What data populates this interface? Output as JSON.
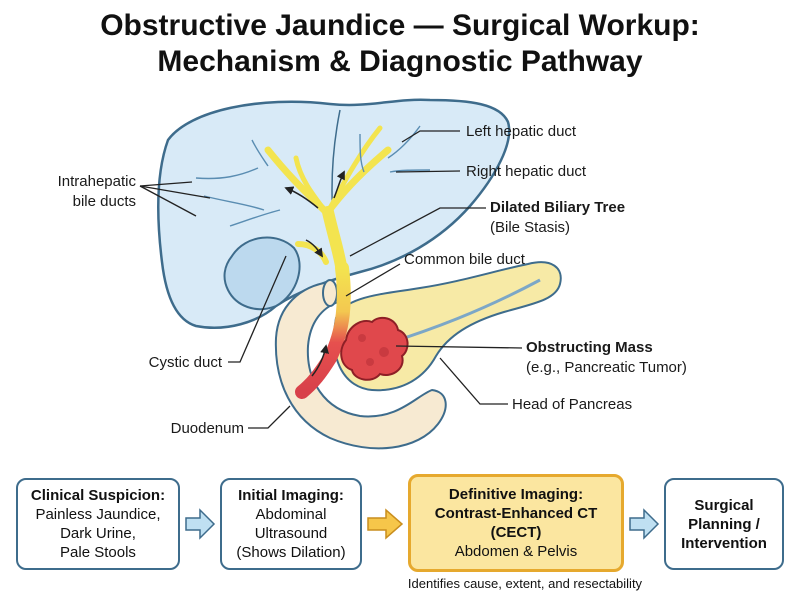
{
  "title": {
    "line1": "Obstructive Jaundice — Surgical Workup:",
    "line2": "Mechanism & Diagnostic Pathway"
  },
  "labels": {
    "left_hepatic_duct": "Left hepatic duct",
    "right_hepatic_duct": "Right hepatic duct",
    "intrahepatic_line1": "Intrahepatic",
    "intrahepatic_line2": "bile ducts",
    "dilated_title": "Dilated Biliary Tree",
    "dilated_sub": "(Bile Stasis)",
    "common_bile_duct": "Common bile duct",
    "obstructing_title": "Obstructing Mass",
    "obstructing_sub": "(e.g., Pancreatic Tumor)",
    "cystic_duct": "Cystic duct",
    "head_of_pancreas": "Head of Pancreas",
    "duodenum": "Duodenum"
  },
  "pathway": [
    {
      "heading": "Clinical Suspicion:",
      "lines": [
        "Painless Jaundice,",
        "Dark Urine,",
        "Pale Stools"
      ]
    },
    {
      "heading": "Initial Imaging:",
      "lines": [
        "Abdominal",
        "Ultrasound",
        "(Shows Dilation)"
      ]
    },
    {
      "heading": "Definitive Imaging:",
      "heading2": "Contrast-Enhanced CT",
      "heading3": "(CECT)",
      "lines": [
        "Abdomen & Pelvis"
      ]
    },
    {
      "heading": "Surgical",
      "heading2": "Planning /",
      "heading3": "Intervention"
    }
  ],
  "caption": "Identifies cause, extent, and resectability",
  "colors": {
    "liver": "#d8eaf7",
    "outline": "#3e6c8c",
    "bile": "#f3e44f",
    "obstruction": "#e0484c",
    "pancreas": "#f7eaa6",
    "duodenum": "#f7ead2",
    "highlight_box": "#fbe6a0",
    "arrow_blue": "#bfe0f2",
    "arrow_yellow": "#f6c64a"
  }
}
